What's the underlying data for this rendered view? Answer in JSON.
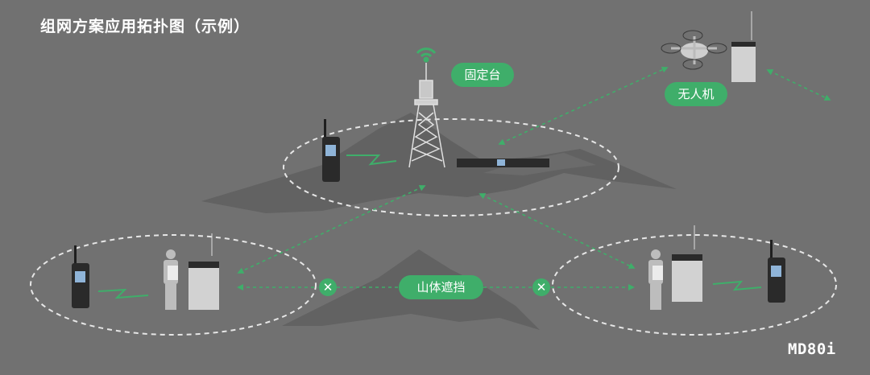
{
  "title": "组网方案应用拓扑图（示例）",
  "model": "MD80i",
  "colors": {
    "background": "#717171",
    "accent_green": "#3fae6a",
    "dashed_ellipse": "#e6e6e6",
    "mountain": "#5e5e5e"
  },
  "labels": {
    "fixed_station": "固定台",
    "drone": "无人机",
    "mountain_block": "山体遮挡",
    "blocked_mark": "✕"
  },
  "nodes": [
    {
      "id": "tower",
      "icon": "cell-tower-icon"
    },
    {
      "id": "rack-repeater",
      "icon": "rack-repeater-icon"
    },
    {
      "id": "handheld-top",
      "icon": "handheld-radio-icon"
    },
    {
      "id": "drone",
      "icon": "drone-icon"
    },
    {
      "id": "portable-repeater-top",
      "icon": "portable-repeater-icon"
    },
    {
      "id": "handheld-left",
      "icon": "handheld-radio-icon"
    },
    {
      "id": "person-left",
      "icon": "person-backpack-icon"
    },
    {
      "id": "portable-repeater-left",
      "icon": "portable-repeater-icon"
    },
    {
      "id": "person-right",
      "icon": "person-backpack-icon"
    },
    {
      "id": "portable-repeater-right",
      "icon": "portable-repeater-icon"
    },
    {
      "id": "handheld-right",
      "icon": "handheld-radio-icon"
    }
  ]
}
